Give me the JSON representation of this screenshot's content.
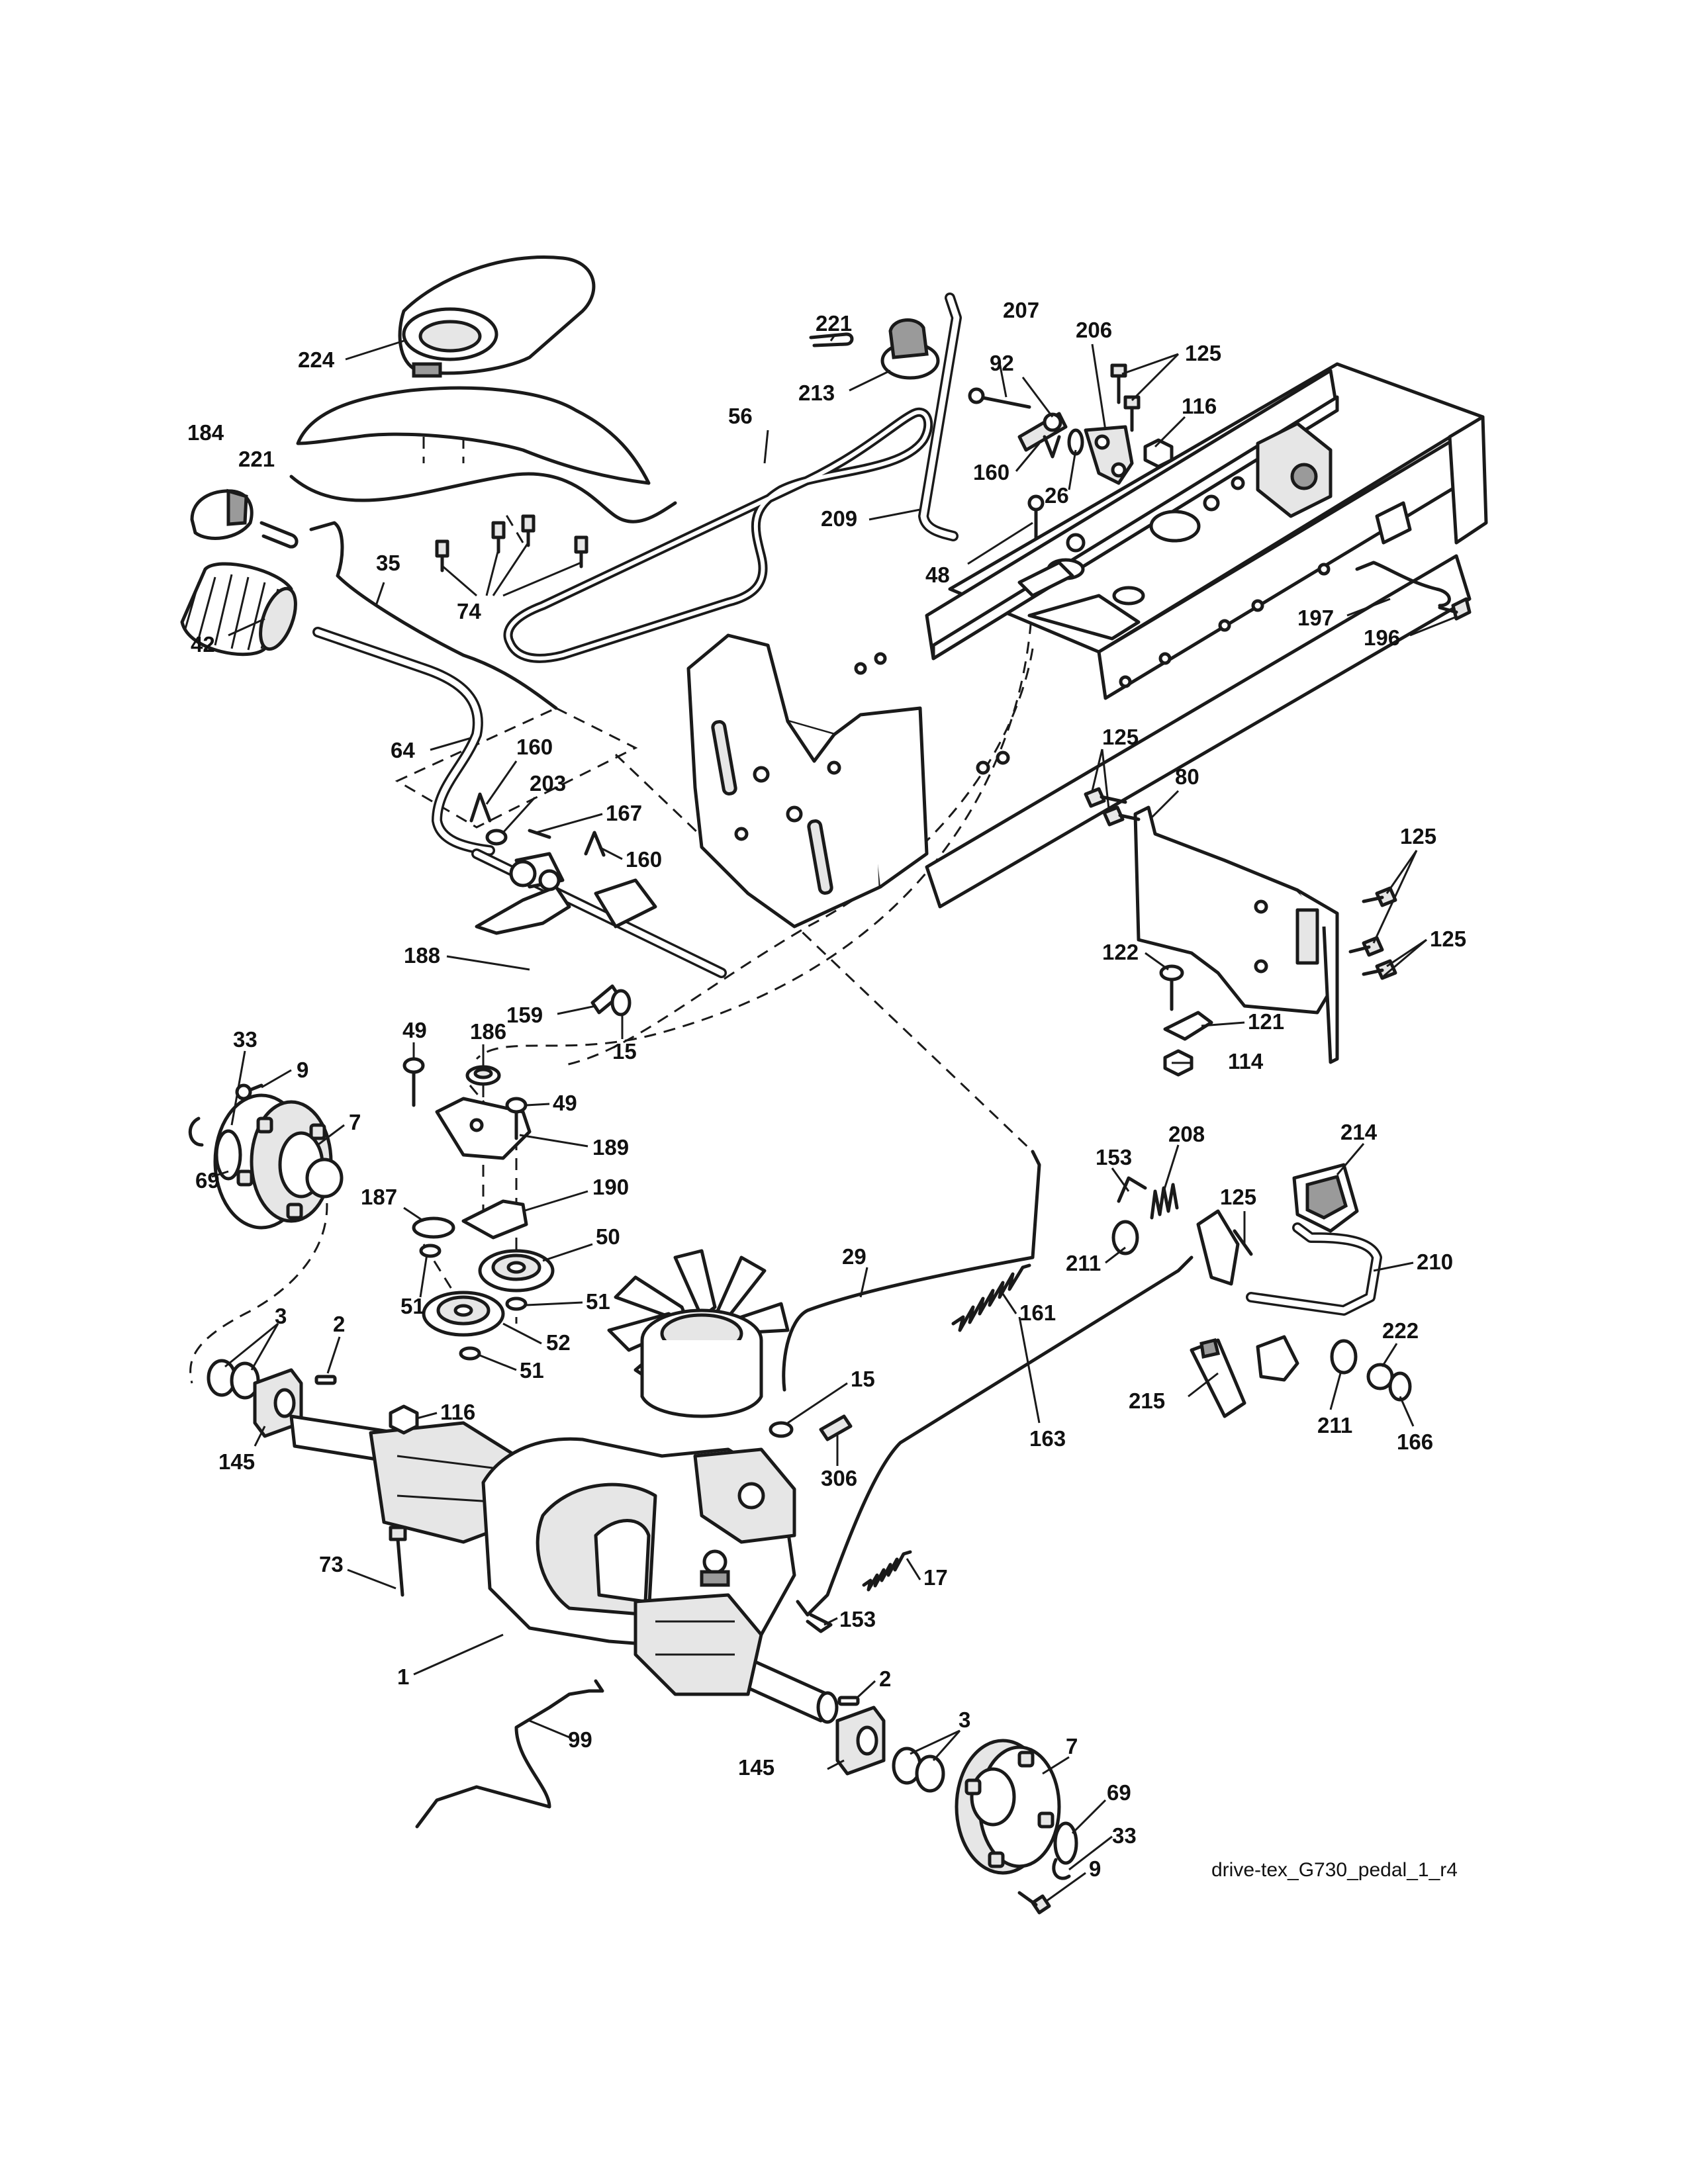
{
  "diagram": {
    "caption": "drive-tex_G730_pedal_1_r4",
    "callouts": {
      "c224": "224",
      "c184": "184",
      "c221a": "221",
      "c221b": "221",
      "c213": "213",
      "c56": "56",
      "c92": "92",
      "c207": "207",
      "c206": "206",
      "c125a": "125",
      "c116a": "116",
      "c160a": "160",
      "c26": "26",
      "c209": "209",
      "c48": "48",
      "c35": "35",
      "c74": "74",
      "c42": "42",
      "c197": "197",
      "c196": "196",
      "c64": "64",
      "c160b": "160",
      "c203": "203",
      "c167": "167",
      "c160c": "160",
      "c125b": "125",
      "c80": "80",
      "c125c": "125",
      "c125d": "125",
      "c188": "188",
      "c122": "122",
      "c121": "121",
      "c114": "114",
      "c159": "159",
      "c15a": "15",
      "c33a": "33",
      "c9a": "9",
      "c7a": "7",
      "c69a": "69",
      "c49a": "49",
      "c186": "186",
      "c49b": "49",
      "c189": "189",
      "c187": "187",
      "c190": "190",
      "c50": "50",
      "c51a": "51",
      "c51b": "51",
      "c52": "52",
      "c51c": "51",
      "c153a": "153",
      "c208": "208",
      "c214": "214",
      "c125e": "125",
      "c210": "210",
      "c211a": "211",
      "c29": "29",
      "c161": "161",
      "c3a": "3",
      "c2a": "2",
      "c116b": "116",
      "c15b": "15",
      "c306": "306",
      "c163": "163",
      "c215": "215",
      "c222": "222",
      "c211b": "211",
      "c166": "166",
      "c145a": "145",
      "c73": "73",
      "c17": "17",
      "c153b": "153",
      "c1": "1",
      "c2b": "2",
      "c99": "99",
      "c3b": "3",
      "c145b": "145",
      "c7b": "7",
      "c69b": "69",
      "c33b": "33",
      "c9b": "9"
    }
  }
}
